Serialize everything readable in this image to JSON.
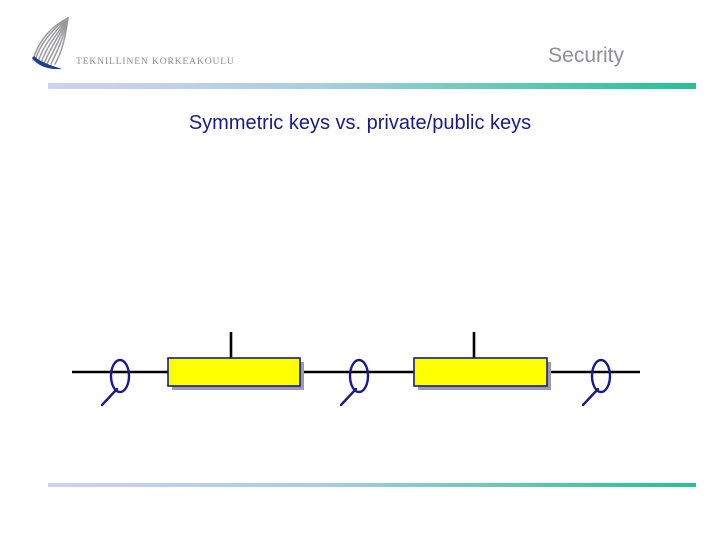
{
  "slide": {
    "title": "Security",
    "subtitle": "Symmetric keys vs. private/public keys",
    "background_color": "#ffffff"
  },
  "logo": {
    "wordmark": "TEKNILLINEN KORKEAKOULU",
    "mark_icon": "tkk-feather-logo-icon",
    "mark_colors": {
      "quill_lines": "#9a9a9f",
      "blue_wedge": "#1d3f8f"
    },
    "wordmark_color": "#8c8c91"
  },
  "rules": {
    "gradient_start": "#cbd2f2",
    "gradient_mid": "#a8cfdd",
    "gradient_end": "#28c096",
    "top_rule_name": "header-divider",
    "bottom_rule_name": "footer-divider"
  },
  "diagram": {
    "name": "key-exchange-chain-diagram",
    "line_color": "#000000",
    "key_color": "#1a1a8c",
    "box_fill": "#ffff00",
    "box_border": "#1a1a8c",
    "box_shadow": "#9a9ab4",
    "tick_color": "#000000",
    "elements": [
      {
        "type": "key",
        "name": "key-1",
        "order": 1
      },
      {
        "type": "box",
        "name": "box-1",
        "order": 2,
        "has_tick": true
      },
      {
        "type": "key",
        "name": "key-2",
        "order": 3
      },
      {
        "type": "box",
        "name": "box-2",
        "order": 4,
        "has_tick": true
      },
      {
        "type": "key",
        "name": "key-3",
        "order": 5
      }
    ]
  }
}
